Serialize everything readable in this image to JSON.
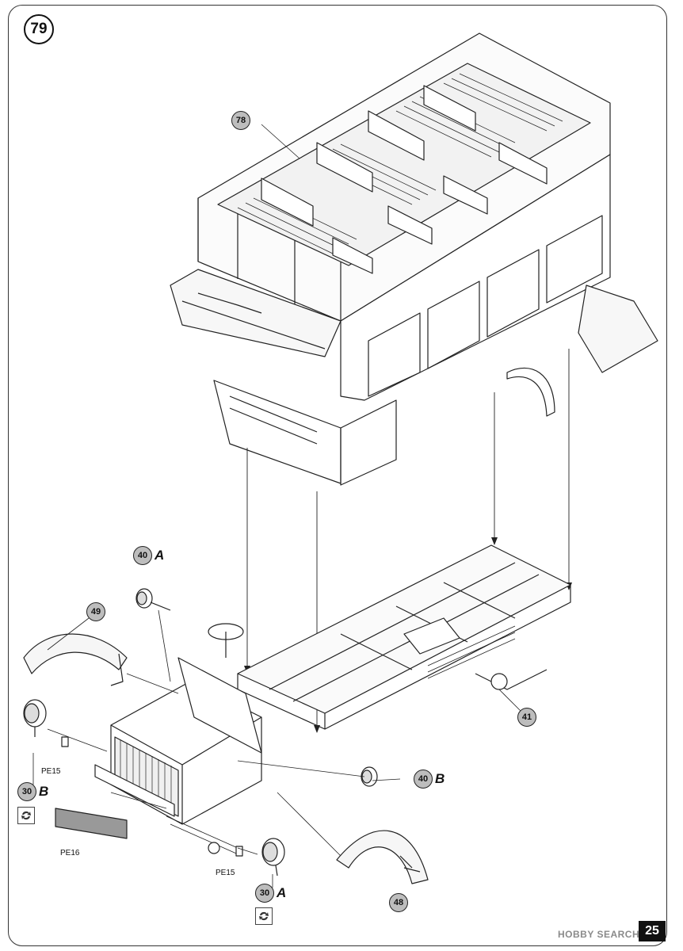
{
  "step": {
    "number": "79"
  },
  "page": {
    "number": "25"
  },
  "watermark": {
    "text": "HOBBY SEARCH"
  },
  "callouts": {
    "body_78": {
      "num": "78"
    },
    "headlamp_40a": {
      "num": "40",
      "letter": "A"
    },
    "fender_49": {
      "num": "49"
    },
    "lamp_30b": {
      "num": "30",
      "letter": "B"
    },
    "axle_41": {
      "num": "41"
    },
    "lamp_40b": {
      "num": "40",
      "letter": "B"
    },
    "lamp_30a": {
      "num": "30",
      "letter": "A"
    },
    "fender_48": {
      "num": "48"
    }
  },
  "parts": {
    "pe15_left": "PE15",
    "pe15_right": "PE15",
    "pe16": "PE16"
  },
  "icons": {
    "option_icon_left": "turn-arrows-icon",
    "option_icon_right": "turn-arrows-icon"
  }
}
